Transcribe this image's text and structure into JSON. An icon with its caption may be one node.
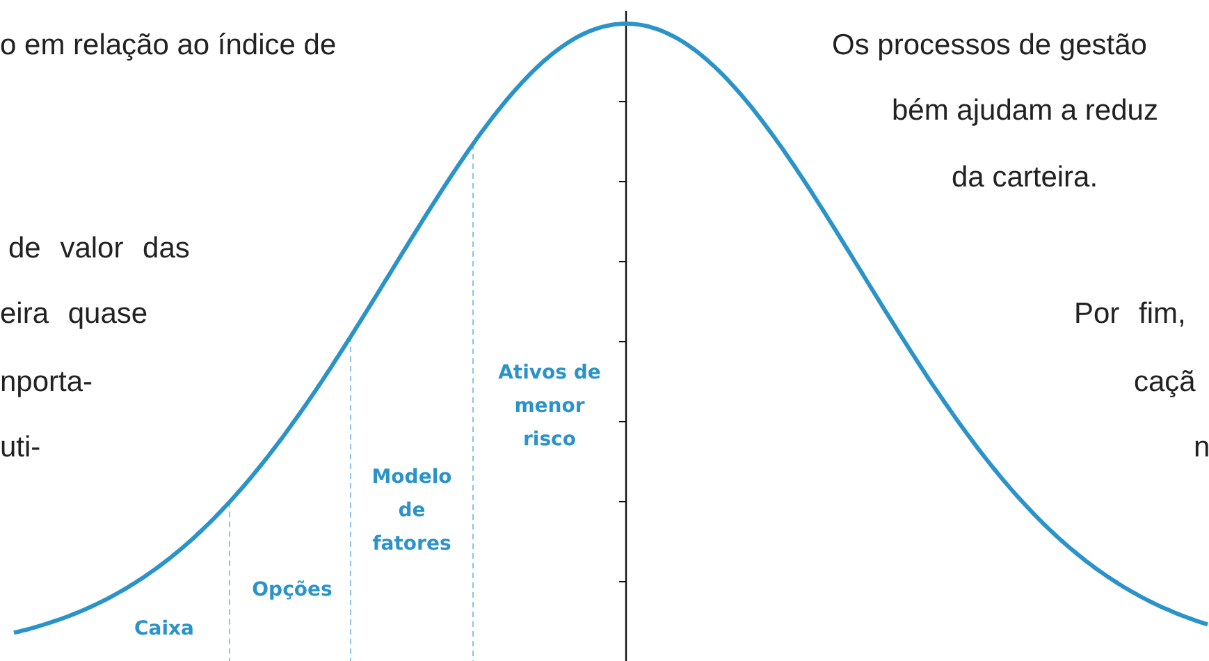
{
  "diagram": {
    "labels": [
      "o em relação ao índice de",
      "Os processos de gestão",
      "bém ajudam a reduz",
      "da carteira.",
      "de valor das",
      "eira quase",
      "Por fim,",
      "nporta-",
      "caçã",
      "uti-",
      "n",
      "Ativos de menor risco",
      "Modelo de fatores",
      "Opções",
      "Caixa"
    ]
  }
}
